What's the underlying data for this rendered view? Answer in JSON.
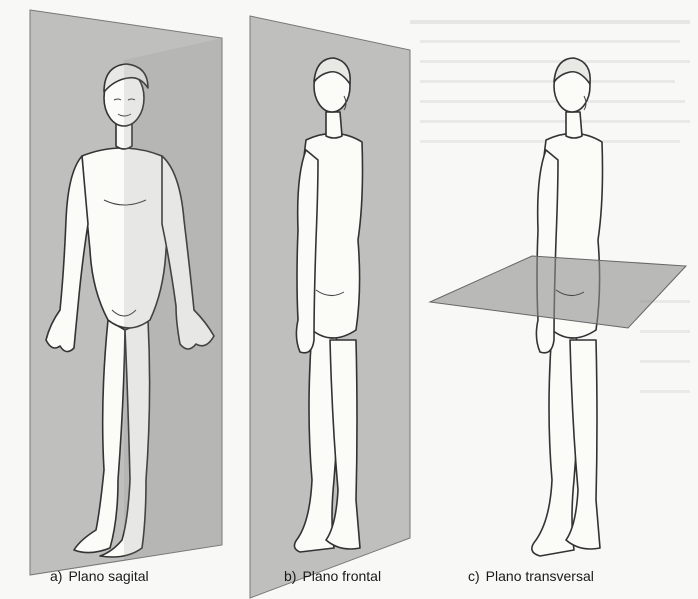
{
  "panels": [
    {
      "letter": "a)",
      "label": "Plano sagital"
    },
    {
      "letter": "b)",
      "label": "Plano frontal"
    },
    {
      "letter": "c)",
      "label": "Plano transversal"
    }
  ],
  "colors": {
    "plane_fill": "#8f8f8f",
    "outline": "#333333",
    "background": "#f8f8f6"
  }
}
